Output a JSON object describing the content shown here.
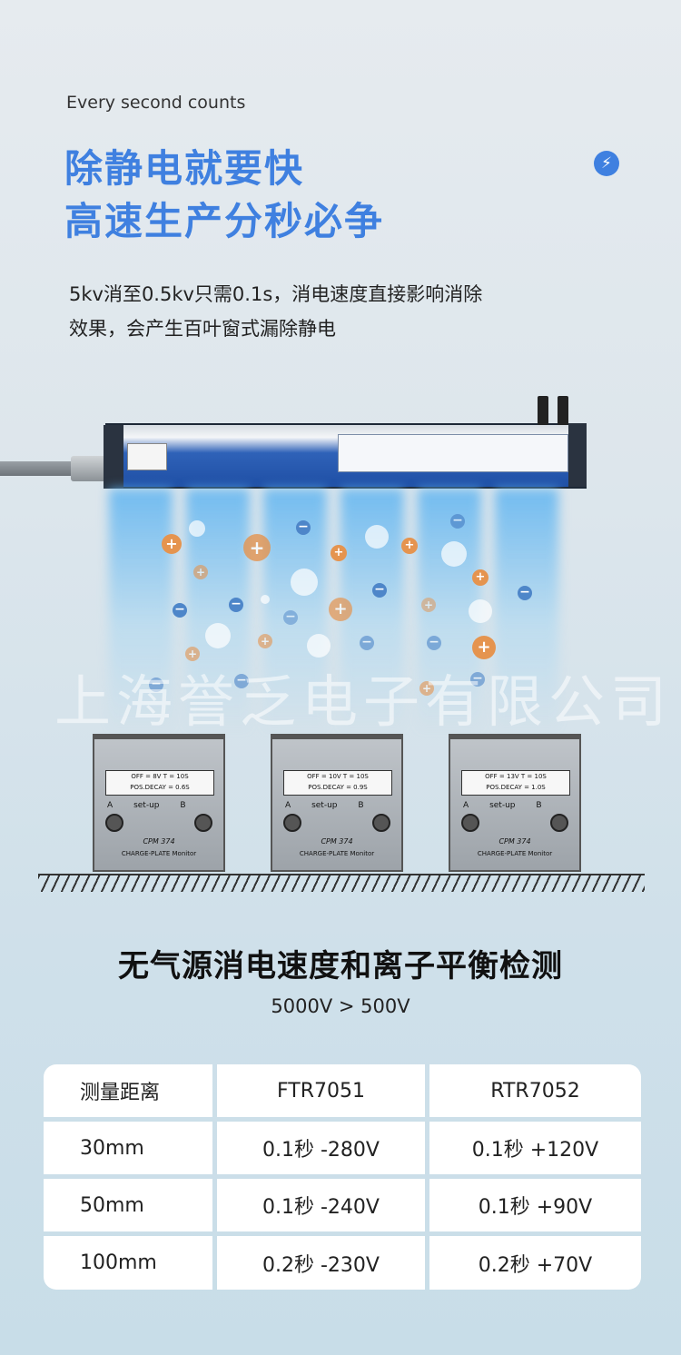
{
  "header": {
    "tagline": "Every second counts",
    "headline_1": "除静电就要快",
    "headline_2": "高速生产分秒必争",
    "bolt_icon": "lightning-bolt-icon",
    "accent": "#3f80e0"
  },
  "description": {
    "line_1": "5kv消至0.5kv只需0.1s，消电速度直接影响消除",
    "line_2": "效果，会产生百叶窗式漏除静电"
  },
  "watermark": "上海誉乏电子有限公司",
  "monitors": [
    {
      "screen_1": "OFF = 8V    T = 10S",
      "screen_2": "POS.DECAY = 0.6S",
      "a": "A",
      "setup": "set-up",
      "b": "B",
      "model": "CPM 374",
      "caption": "CHARGE-PLATE Monitor"
    },
    {
      "screen_1": "OFF = 10V    T = 10S",
      "screen_2": "POS.DECAY = 0.9S",
      "a": "A",
      "setup": "set-up",
      "b": "B",
      "model": "CPM 374",
      "caption": "CHARGE-PLATE Monitor"
    },
    {
      "screen_1": "OFF = 13V    T = 10S",
      "screen_2": "POS.DECAY = 1.0S",
      "a": "A",
      "setup": "set-up",
      "b": "B",
      "model": "CPM 374",
      "caption": "CHARGE-PLATE Monitor"
    }
  ],
  "section": {
    "title": "无气源消电速度和离子平衡检测",
    "note": "5000V > 500V"
  },
  "table": {
    "headers": [
      "测量距离",
      "FTR7051",
      "RTR7052"
    ],
    "rows": [
      [
        "30mm",
        "0.1秒 -280V",
        "0.1秒 +120V"
      ],
      [
        "50mm",
        "0.1秒 -240V",
        "0.1秒 +90V"
      ],
      [
        "100mm",
        "0.2秒 -230V",
        "0.2秒 +70V"
      ]
    ]
  },
  "ions": {
    "plus_color": "#e5944f",
    "minus_color": "#4e86c9"
  }
}
